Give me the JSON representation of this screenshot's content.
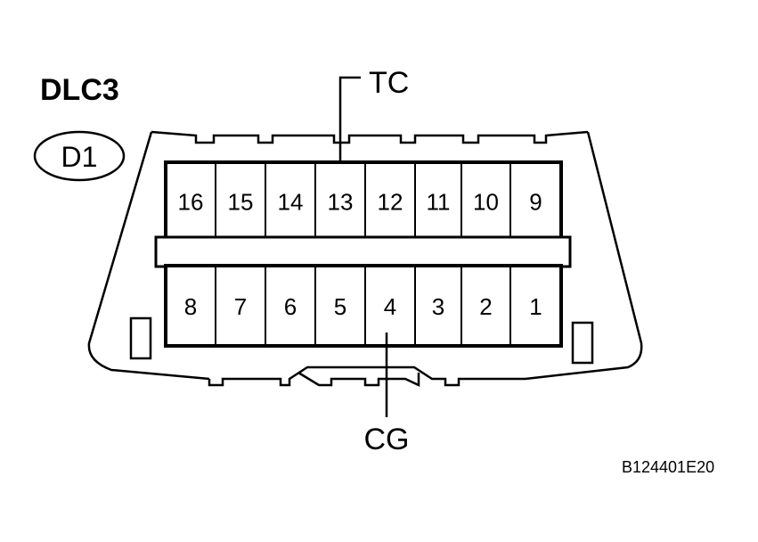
{
  "title": "DLC3",
  "connector_code": "D1",
  "terminals_top": [
    "16",
    "15",
    "14",
    "13",
    "12",
    "11",
    "10",
    "9"
  ],
  "terminals_bottom": [
    "8",
    "7",
    "6",
    "5",
    "4",
    "3",
    "2",
    "1"
  ],
  "callouts": {
    "tc": "TC",
    "cg": "CG"
  },
  "figure_id": "B124401E20"
}
